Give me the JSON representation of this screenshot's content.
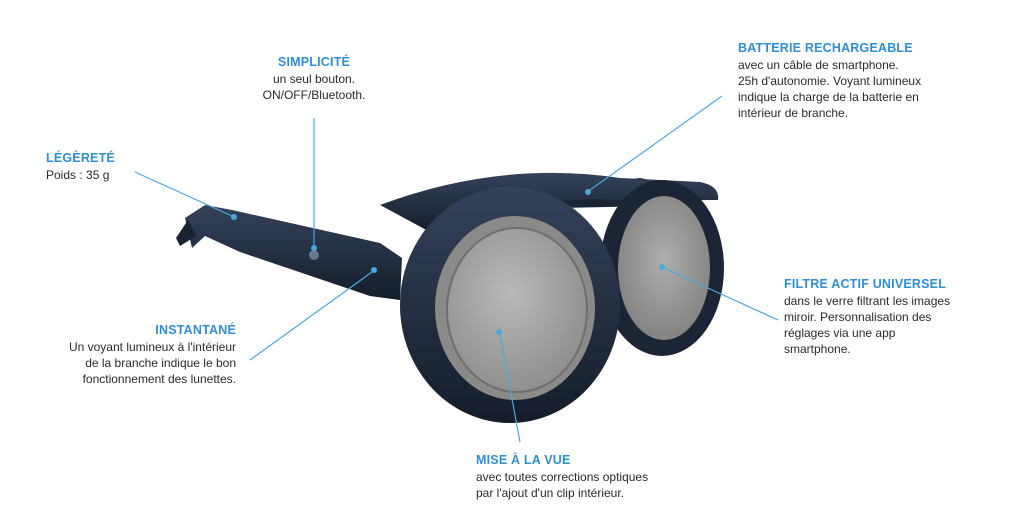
{
  "callouts": {
    "simplicite": {
      "title": "SIMPLICITÉ",
      "lines": [
        "un seul bouton.",
        "ON/OFF/Bluetooth."
      ]
    },
    "legerete": {
      "title": "LÉGÈRETÉ",
      "lines": [
        "Poids : 35 g"
      ]
    },
    "instantane": {
      "title": "INSTANTANÉ",
      "lines": [
        "Un voyant lumineux à l'intérieur",
        "de la branche indique le bon",
        "fonctionnement des lunettes."
      ]
    },
    "batterie": {
      "title": "BATTERIE RECHARGEABLE",
      "lines": [
        "avec un câble de smartphone.",
        "25h d'autonomie. Voyant lumineux",
        "indique la charge de la batterie en",
        "intérieur de branche."
      ]
    },
    "filtre": {
      "title": "FILTRE ACTIF UNIVERSEL",
      "lines": [
        "dans le verre filtrant les images",
        "miroir.   Personnalisation   des",
        "réglages    via    une    app",
        "smartphone."
      ]
    },
    "mise": {
      "title": "MISE À LA VUE",
      "lines": [
        "avec toutes corrections optiques",
        "par l'ajout d'un clip intérieur."
      ]
    }
  },
  "colors": {
    "accent": "#2f8fd6",
    "leader": "#4aa8e0",
    "frame": "#1f2a3c",
    "lens": "#a7a8a6"
  }
}
